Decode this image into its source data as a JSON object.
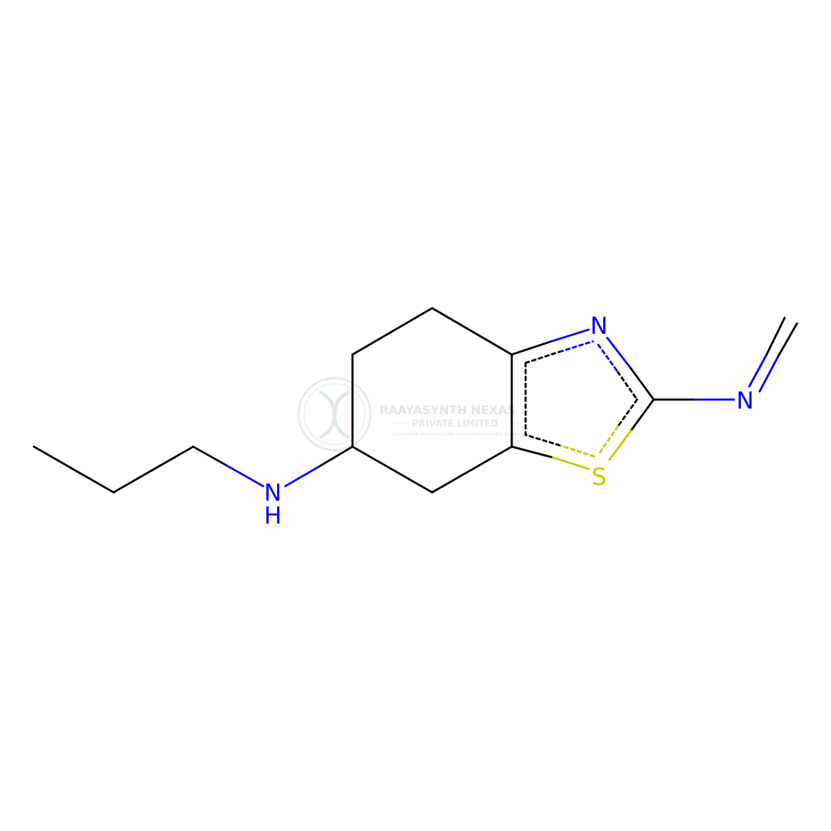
{
  "molecule": {
    "atoms": {
      "n_thiazole": "N",
      "s_thiazole": "S",
      "n_imine": "N",
      "n_amine": "N",
      "h_amine": "H"
    }
  },
  "watermark": {
    "company": "RAAYASYNTH NEXAS",
    "subtitle": "PRIVATE LIMITED",
    "tagline": "Complete solutions for every molecule's journey"
  },
  "colors": {
    "carbon_bond": "#000000",
    "nitrogen": "#0000ff",
    "sulfur": "#c8c800",
    "watermark": "#cfcfcf"
  }
}
